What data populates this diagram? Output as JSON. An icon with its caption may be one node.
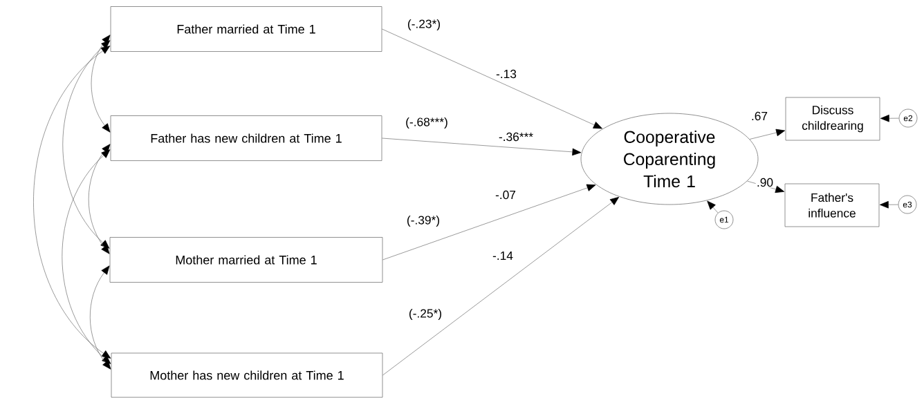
{
  "diagram": {
    "nodes": [
      {
        "text": [
          "Father married at Time 1"
        ]
      },
      {
        "text": [
          "Father has new children at Time 1"
        ]
      },
      {
        "text": [
          "Mother married at Time 1"
        ]
      },
      {
        "text": [
          "Mother has new children at Time 1"
        ]
      },
      {
        "text": [
          "Cooperative Coparenting Time 1"
        ]
      },
      {
        "text": [
          "Discuss childrearing"
        ]
      },
      {
        "text": [
          "Father's influence"
        ]
      },
      {
        "text": [
          "e1"
        ]
      },
      {
        "text": [
          "e2"
        ]
      },
      {
        "text": [
          "e3"
        ]
      }
    ],
    "edges": [
      {
        "from": 0,
        "to": 4,
        "arrow": "to",
        "label": "-.13"
      },
      {
        "from": 1,
        "to": 4,
        "arrow": "to",
        "label": "-.36***"
      },
      {
        "from": 2,
        "to": 4,
        "arrow": "to",
        "label": "-.07"
      },
      {
        "from": 3,
        "to": 4,
        "arrow": "to",
        "label": "-.14"
      },
      {
        "from": 4,
        "to": 5,
        "arrow": "to",
        "label": ".67"
      },
      {
        "from": 4,
        "to": 6,
        "arrow": "to",
        "label": ".90"
      },
      {
        "from": 7,
        "to": 4,
        "arrow": "to"
      },
      {
        "from": 8,
        "to": 5,
        "arrow": "to"
      },
      {
        "from": 9,
        "to": 6,
        "arrow": "to"
      },
      {
        "from": 0,
        "to": 1,
        "arrow": "both"
      },
      {
        "from": 0,
        "to": 2,
        "arrow": "both"
      },
      {
        "from": 0,
        "to": 3,
        "arrow": "both"
      },
      {
        "from": 1,
        "to": 2,
        "arrow": "both"
      },
      {
        "from": 1,
        "to": 3,
        "arrow": "both"
      },
      {
        "from": 2,
        "to": 3,
        "arrow": "both"
      }
    ],
    "labels": [
      "(-.23*)",
      "(-.68***)",
      "(-.39*)",
      "(-.25*)"
    ]
  }
}
